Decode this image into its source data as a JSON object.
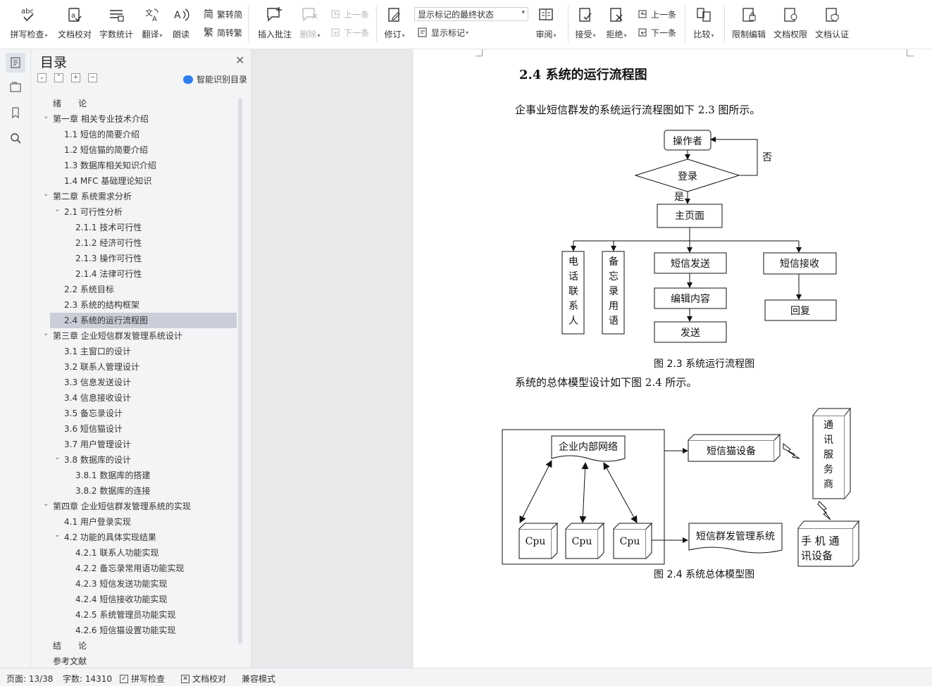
{
  "ribbon": {
    "spell_check": "拼写检查",
    "doc_proof": "文档校对",
    "word_count": "字数统计",
    "translate": "翻译",
    "read_aloud": "朗读",
    "trad_to_simp": "繁转简",
    "simp_to_trad": "简转繁",
    "insert_comment": "插入批注",
    "delete": "删除",
    "prev_comment": "上一条",
    "next_comment": "下一条",
    "revise": "修订",
    "markup_state": "显示标记的最终状态",
    "show_markup": "显示标记",
    "review": "审阅",
    "accept": "接受",
    "reject": "拒绝",
    "prev_change": "上一条",
    "next_change": "下一条",
    "compare": "比较",
    "restrict_edit": "限制编辑",
    "doc_permission": "文档权限",
    "doc_auth": "文档认证"
  },
  "toc": {
    "title": "目录",
    "smart_toc": "智能识别目录",
    "items": [
      {
        "text": "绪　　论",
        "level": 0,
        "chev": ""
      },
      {
        "text": "第一章  相关专业技术介绍",
        "level": 0,
        "chev": "v"
      },
      {
        "text": "1.1  短信的简要介绍",
        "level": 1,
        "chev": ""
      },
      {
        "text": "1.2  短信猫的简要介绍",
        "level": 1,
        "chev": ""
      },
      {
        "text": "1.3  数据库相关知识介绍",
        "level": 1,
        "chev": ""
      },
      {
        "text": "1.4 MFC 基础理论知识",
        "level": 1,
        "chev": ""
      },
      {
        "text": "第二章  系统需求分析",
        "level": 0,
        "chev": "v"
      },
      {
        "text": "2.1  可行性分析",
        "level": 1,
        "chev": "v"
      },
      {
        "text": "2.1.1  技术可行性",
        "level": 2,
        "chev": ""
      },
      {
        "text": "2.1.2  经济可行性",
        "level": 2,
        "chev": ""
      },
      {
        "text": "2.1.3  操作可行性",
        "level": 2,
        "chev": ""
      },
      {
        "text": "2.1.4  法律可行性",
        "level": 2,
        "chev": ""
      },
      {
        "text": "2.2  系统目标",
        "level": 1,
        "chev": ""
      },
      {
        "text": "2.3  系统的结构框架",
        "level": 1,
        "chev": ""
      },
      {
        "text": "2.4  系统的运行流程图",
        "level": 1,
        "chev": "",
        "selected": true
      },
      {
        "text": "第三章  企业短信群发管理系统设计",
        "level": 0,
        "chev": "v"
      },
      {
        "text": "3.1  主窗口的设计",
        "level": 1,
        "chev": ""
      },
      {
        "text": "3.2  联系人管理设计",
        "level": 1,
        "chev": ""
      },
      {
        "text": "3.3  信息发送设计",
        "level": 1,
        "chev": ""
      },
      {
        "text": "3.4  信息接收设计",
        "level": 1,
        "chev": ""
      },
      {
        "text": "3.5  备忘录设计",
        "level": 1,
        "chev": ""
      },
      {
        "text": "3.6  短信猫设计",
        "level": 1,
        "chev": ""
      },
      {
        "text": "3.7  用户管理设计",
        "level": 1,
        "chev": ""
      },
      {
        "text": "3.8  数据库的设计",
        "level": 1,
        "chev": "v"
      },
      {
        "text": "3.8.1  数据库的搭建",
        "level": 2,
        "chev": ""
      },
      {
        "text": "3.8.2  数据库的连接",
        "level": 2,
        "chev": ""
      },
      {
        "text": "第四章  企业短信群发管理系统的实现",
        "level": 0,
        "chev": "v"
      },
      {
        "text": "4.1  用户登录实现",
        "level": 1,
        "chev": ""
      },
      {
        "text": "4.2  功能的具体实现结果",
        "level": 1,
        "chev": "v"
      },
      {
        "text": "4.2.1  联系人功能实现",
        "level": 2,
        "chev": ""
      },
      {
        "text": "4.2.2  备忘录常用语功能实现",
        "level": 2,
        "chev": ""
      },
      {
        "text": "4.2.3  短信发送功能实现",
        "level": 2,
        "chev": ""
      },
      {
        "text": "4.2.4  短信接收功能实现",
        "level": 2,
        "chev": ""
      },
      {
        "text": "4.2.5  系统管理员功能实现",
        "level": 2,
        "chev": ""
      },
      {
        "text": "4.2.6  短信猫设置功能实现",
        "level": 2,
        "chev": ""
      },
      {
        "text": "结　　论",
        "level": 0,
        "chev": ""
      },
      {
        "text": "参考文献",
        "level": 0,
        "chev": ""
      }
    ]
  },
  "document": {
    "section_heading": "2.4  系统的运行流程图",
    "para1": "企事业短信群发的系统运行流程图如下 2.3 图所示。",
    "para2": "系统的总体模型设计如下图 2.4 所示。",
    "flow": {
      "operator": "操作者",
      "login": "登录",
      "no": "否",
      "yes": "是",
      "home": "主页面",
      "phone_contacts": "电话联系人",
      "memo_phrases": "备忘录用语",
      "sms_send": "短信发送",
      "edit_content": "编辑内容",
      "send": "发送",
      "sms_receive": "短信接收",
      "reply": "回复"
    },
    "fig1_caption": "图 2.3  系统运行流程图",
    "model": {
      "intranet": "企业内部网络",
      "cpu": "Cpu",
      "sms_cat": "短信猫设备",
      "telecom_provider": "通讯服务商",
      "mass_sms_system": "短信群发管理系统",
      "mobile_device": "手 机 通 讯设备"
    },
    "fig2_caption": "图 2.4  系统总体模型图"
  },
  "status": {
    "page": "页面: 13/38",
    "words": "字数: 14310",
    "spell": "拼写检查",
    "proof": "文档校对",
    "compat": "兼容模式"
  }
}
